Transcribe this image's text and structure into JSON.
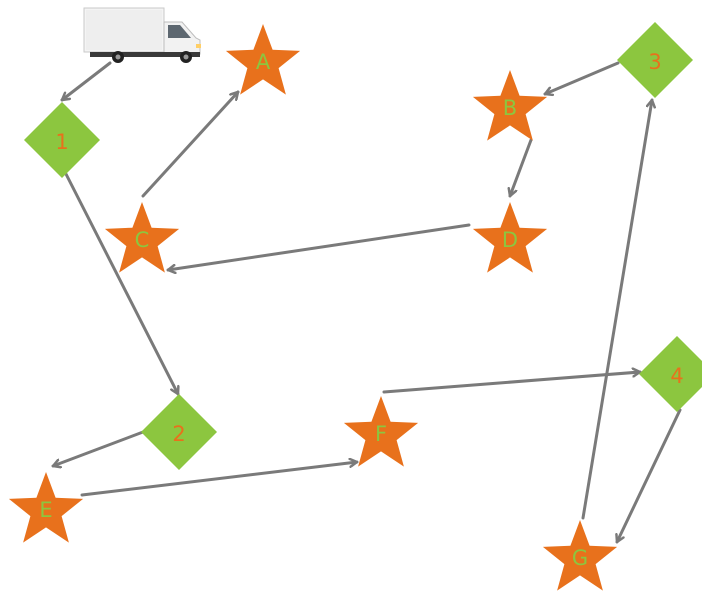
{
  "colors": {
    "star": "#E8711C",
    "diamond": "#8CC63F",
    "arrow": "#7A7A7A",
    "star_label": "#8CC63F",
    "diamond_label": "#E8711C"
  },
  "vehicle": {
    "icon": "delivery-truck-icon"
  },
  "stops": [
    {
      "id": "A",
      "label": "A",
      "shape": "star"
    },
    {
      "id": "B",
      "label": "B",
      "shape": "star"
    },
    {
      "id": "C",
      "label": "C",
      "shape": "star"
    },
    {
      "id": "D",
      "label": "D",
      "shape": "star"
    },
    {
      "id": "E",
      "label": "E",
      "shape": "star"
    },
    {
      "id": "F",
      "label": "F",
      "shape": "star"
    },
    {
      "id": "G",
      "label": "G",
      "shape": "star"
    }
  ],
  "waypoints": [
    {
      "id": "1",
      "label": "1",
      "shape": "diamond"
    },
    {
      "id": "2",
      "label": "2",
      "shape": "diamond"
    },
    {
      "id": "3",
      "label": "3",
      "shape": "diamond"
    },
    {
      "id": "4",
      "label": "4",
      "shape": "diamond"
    }
  ],
  "route": [
    [
      "truck",
      "1"
    ],
    [
      "1",
      "2"
    ],
    [
      "2",
      "E"
    ],
    [
      "E",
      "F"
    ],
    [
      "F",
      "4"
    ],
    [
      "4",
      "G"
    ],
    [
      "G",
      "3"
    ],
    [
      "3",
      "B"
    ],
    [
      "B",
      "D"
    ],
    [
      "D",
      "C"
    ],
    [
      "C",
      "A"
    ]
  ]
}
